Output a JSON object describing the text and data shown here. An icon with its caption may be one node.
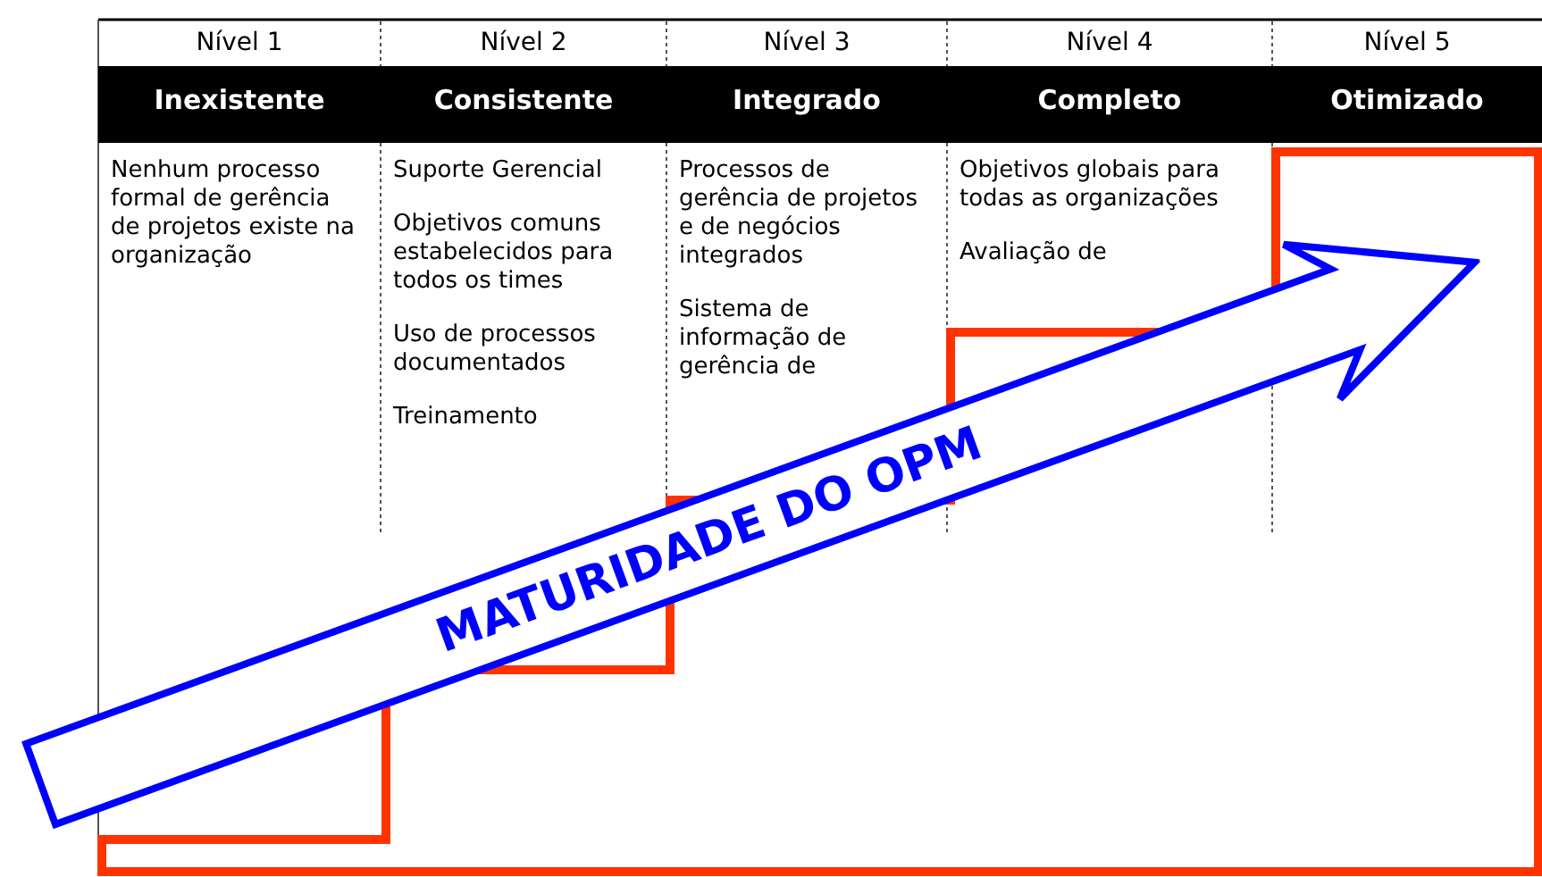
{
  "diagram": {
    "nodes": [
      {
        "text": [
          "MATURIDADE DO OPM"
        ]
      }
    ],
    "labels": [
      "Nível 1",
      "Nível 2",
      "Nível 3",
      "Nível 4",
      "Nível 5",
      "Inexistente",
      "Consistente",
      "Integrado",
      "Completo",
      "Otimizado",
      "Nenhum processo formal de gerência de projetos existe na organização",
      "Suporte Gerencial",
      "Objetivos comuns estabelecidos para todos os times",
      "Uso de processos documentados",
      "Treinamento",
      "Processos de gerência de projetos e de negócios integrados",
      "Sistema de informação de gerência de",
      "Objetivos globais para todas as organizações",
      "Avaliação de"
    ]
  }
}
